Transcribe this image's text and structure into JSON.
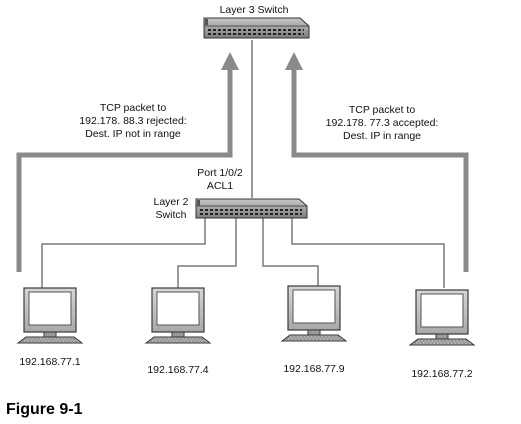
{
  "diagram": {
    "layer3_switch_label": "Layer 3 Switch",
    "layer2_switch_label_line1": "Layer 2",
    "layer2_switch_label_line2": "Switch",
    "port_label_line1": "Port 1/0/2",
    "port_label_line2": "ACL1",
    "left_message": [
      "TCP packet to",
      "192.178. 88.3 rejected:",
      "Dest. IP not in range"
    ],
    "right_message": [
      "TCP packet to",
      "192.178. 77.3 accepted:",
      "Dest. IP in range"
    ],
    "hosts": [
      {
        "ip": "192.168.77.1",
        "icon": "computer-icon"
      },
      {
        "ip": "192.168.77.4",
        "icon": "computer-icon"
      },
      {
        "ip": "192.168.77.9",
        "icon": "computer-icon"
      },
      {
        "ip": "192.168.77.2",
        "icon": "computer-icon"
      }
    ],
    "caption": "Figure 9-1",
    "colors": {
      "packet_path": "#8a8a8a",
      "cable": "#7a7a7a",
      "switch_body": "#9a9a9a"
    }
  }
}
